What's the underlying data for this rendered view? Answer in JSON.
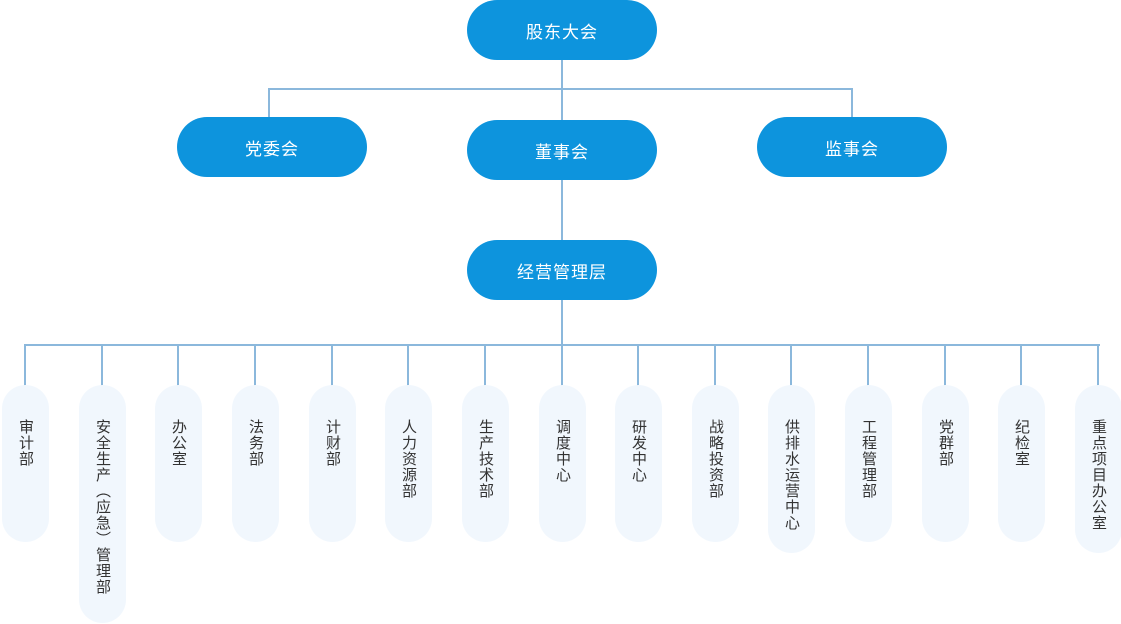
{
  "top": "股东大会",
  "middle": [
    "党委会",
    "董事会",
    "监事会"
  ],
  "management": "经营管理层",
  "departments": [
    "审计部",
    "安全生产（应急）管理部",
    "办公室",
    "法务部",
    "计财部",
    "人力资源部",
    "生产技术部",
    "调度中心",
    "研发中心",
    "战略投资部",
    "供排水运营中心",
    "工程管理部",
    "党群部",
    "纪检室",
    "重点项目办公室"
  ],
  "colors": {
    "node": "#0d94dd",
    "dept_bg": "#f1f7fd",
    "connector": "#8bb8dc"
  }
}
